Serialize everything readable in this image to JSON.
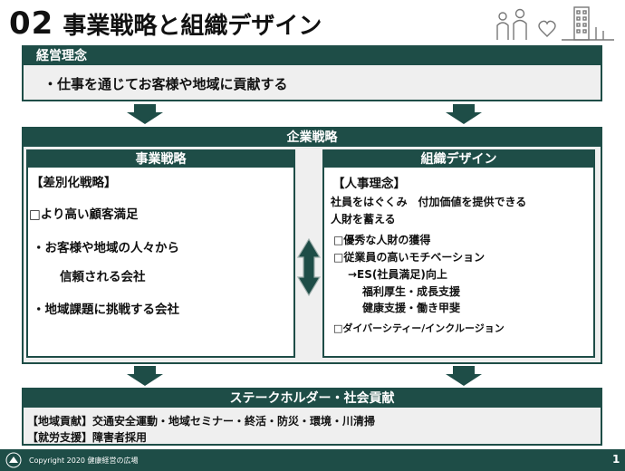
{
  "header": {
    "number": "02",
    "title": "事業戦略と組織デザイン"
  },
  "philosophy": {
    "heading": "経営理念",
    "item": "・仕事を通じてお客様や地域に貢献する"
  },
  "company_strategy": {
    "heading": "企業戦略",
    "business": {
      "heading": "事業戦略",
      "lines": [
        "【差別化戦略】",
        "□より高い顧客満足",
        "・お客様や地域の人々から",
        "信頼される会社",
        "・地域課題に挑戦する会社"
      ]
    },
    "organization": {
      "heading": "組織デザイン",
      "lines": [
        "【人事理念】",
        "社員をはぐくみ　付加価値を提供できる",
        "人財を蓄える",
        "□優秀な人財の獲得",
        "□従業員の高いモチベーション",
        "→ES(社員満足)向上",
        "福利厚生・成長支援",
        "健康支援・働き甲斐",
        "□ダイバーシティー/インクルージョン"
      ]
    }
  },
  "stakeholder": {
    "heading": "ステークホルダー・社会貢献",
    "lines": [
      "【地域貢献】交通安全運動・地域セミナー・終活・防災・環境・川清掃",
      "【就労支援】障害者採用"
    ]
  },
  "footer": {
    "copyright": "Copyright 2020 健康経営の広場",
    "page": "1"
  },
  "colors": {
    "primary": "#1e4d47",
    "panel": "#efefef"
  }
}
